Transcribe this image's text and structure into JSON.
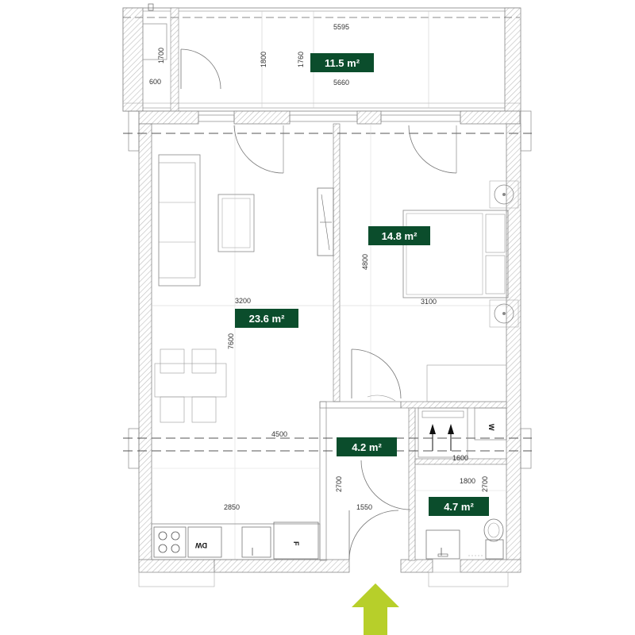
{
  "colors": {
    "badge": "#0b4d2c",
    "entrance_arrow": "#b7cf2a",
    "wall_hatch": "#bdbdbd",
    "line": "#555555"
  },
  "rooms": {
    "balcony": {
      "area": "11.5 m²"
    },
    "living": {
      "area": "23.6 m²"
    },
    "bedroom": {
      "area": "14.8 m²"
    },
    "hall": {
      "area": "4.2 m²"
    },
    "bath": {
      "area": "4.7 m²"
    }
  },
  "dimensions": {
    "balcony_width": "5595",
    "balcony_inner_width": "5660",
    "balcony_depth": "1800",
    "balcony_depth_2": "1760",
    "balcony_small_depth": "1700",
    "balcony_small_width": "600",
    "living_width": "3200",
    "living_depth": "7600",
    "bedroom_depth": "4800",
    "bedroom_width": "3100",
    "total_width": "4500",
    "kitchen_width": "2850",
    "hall_depth": "2700",
    "hall_width": "1550",
    "closet_width": "1600",
    "bath_width": "1800",
    "bath_depth": "2700"
  },
  "appliances": {
    "dishwasher": "DW",
    "fridge": "F",
    "washer": "W"
  }
}
